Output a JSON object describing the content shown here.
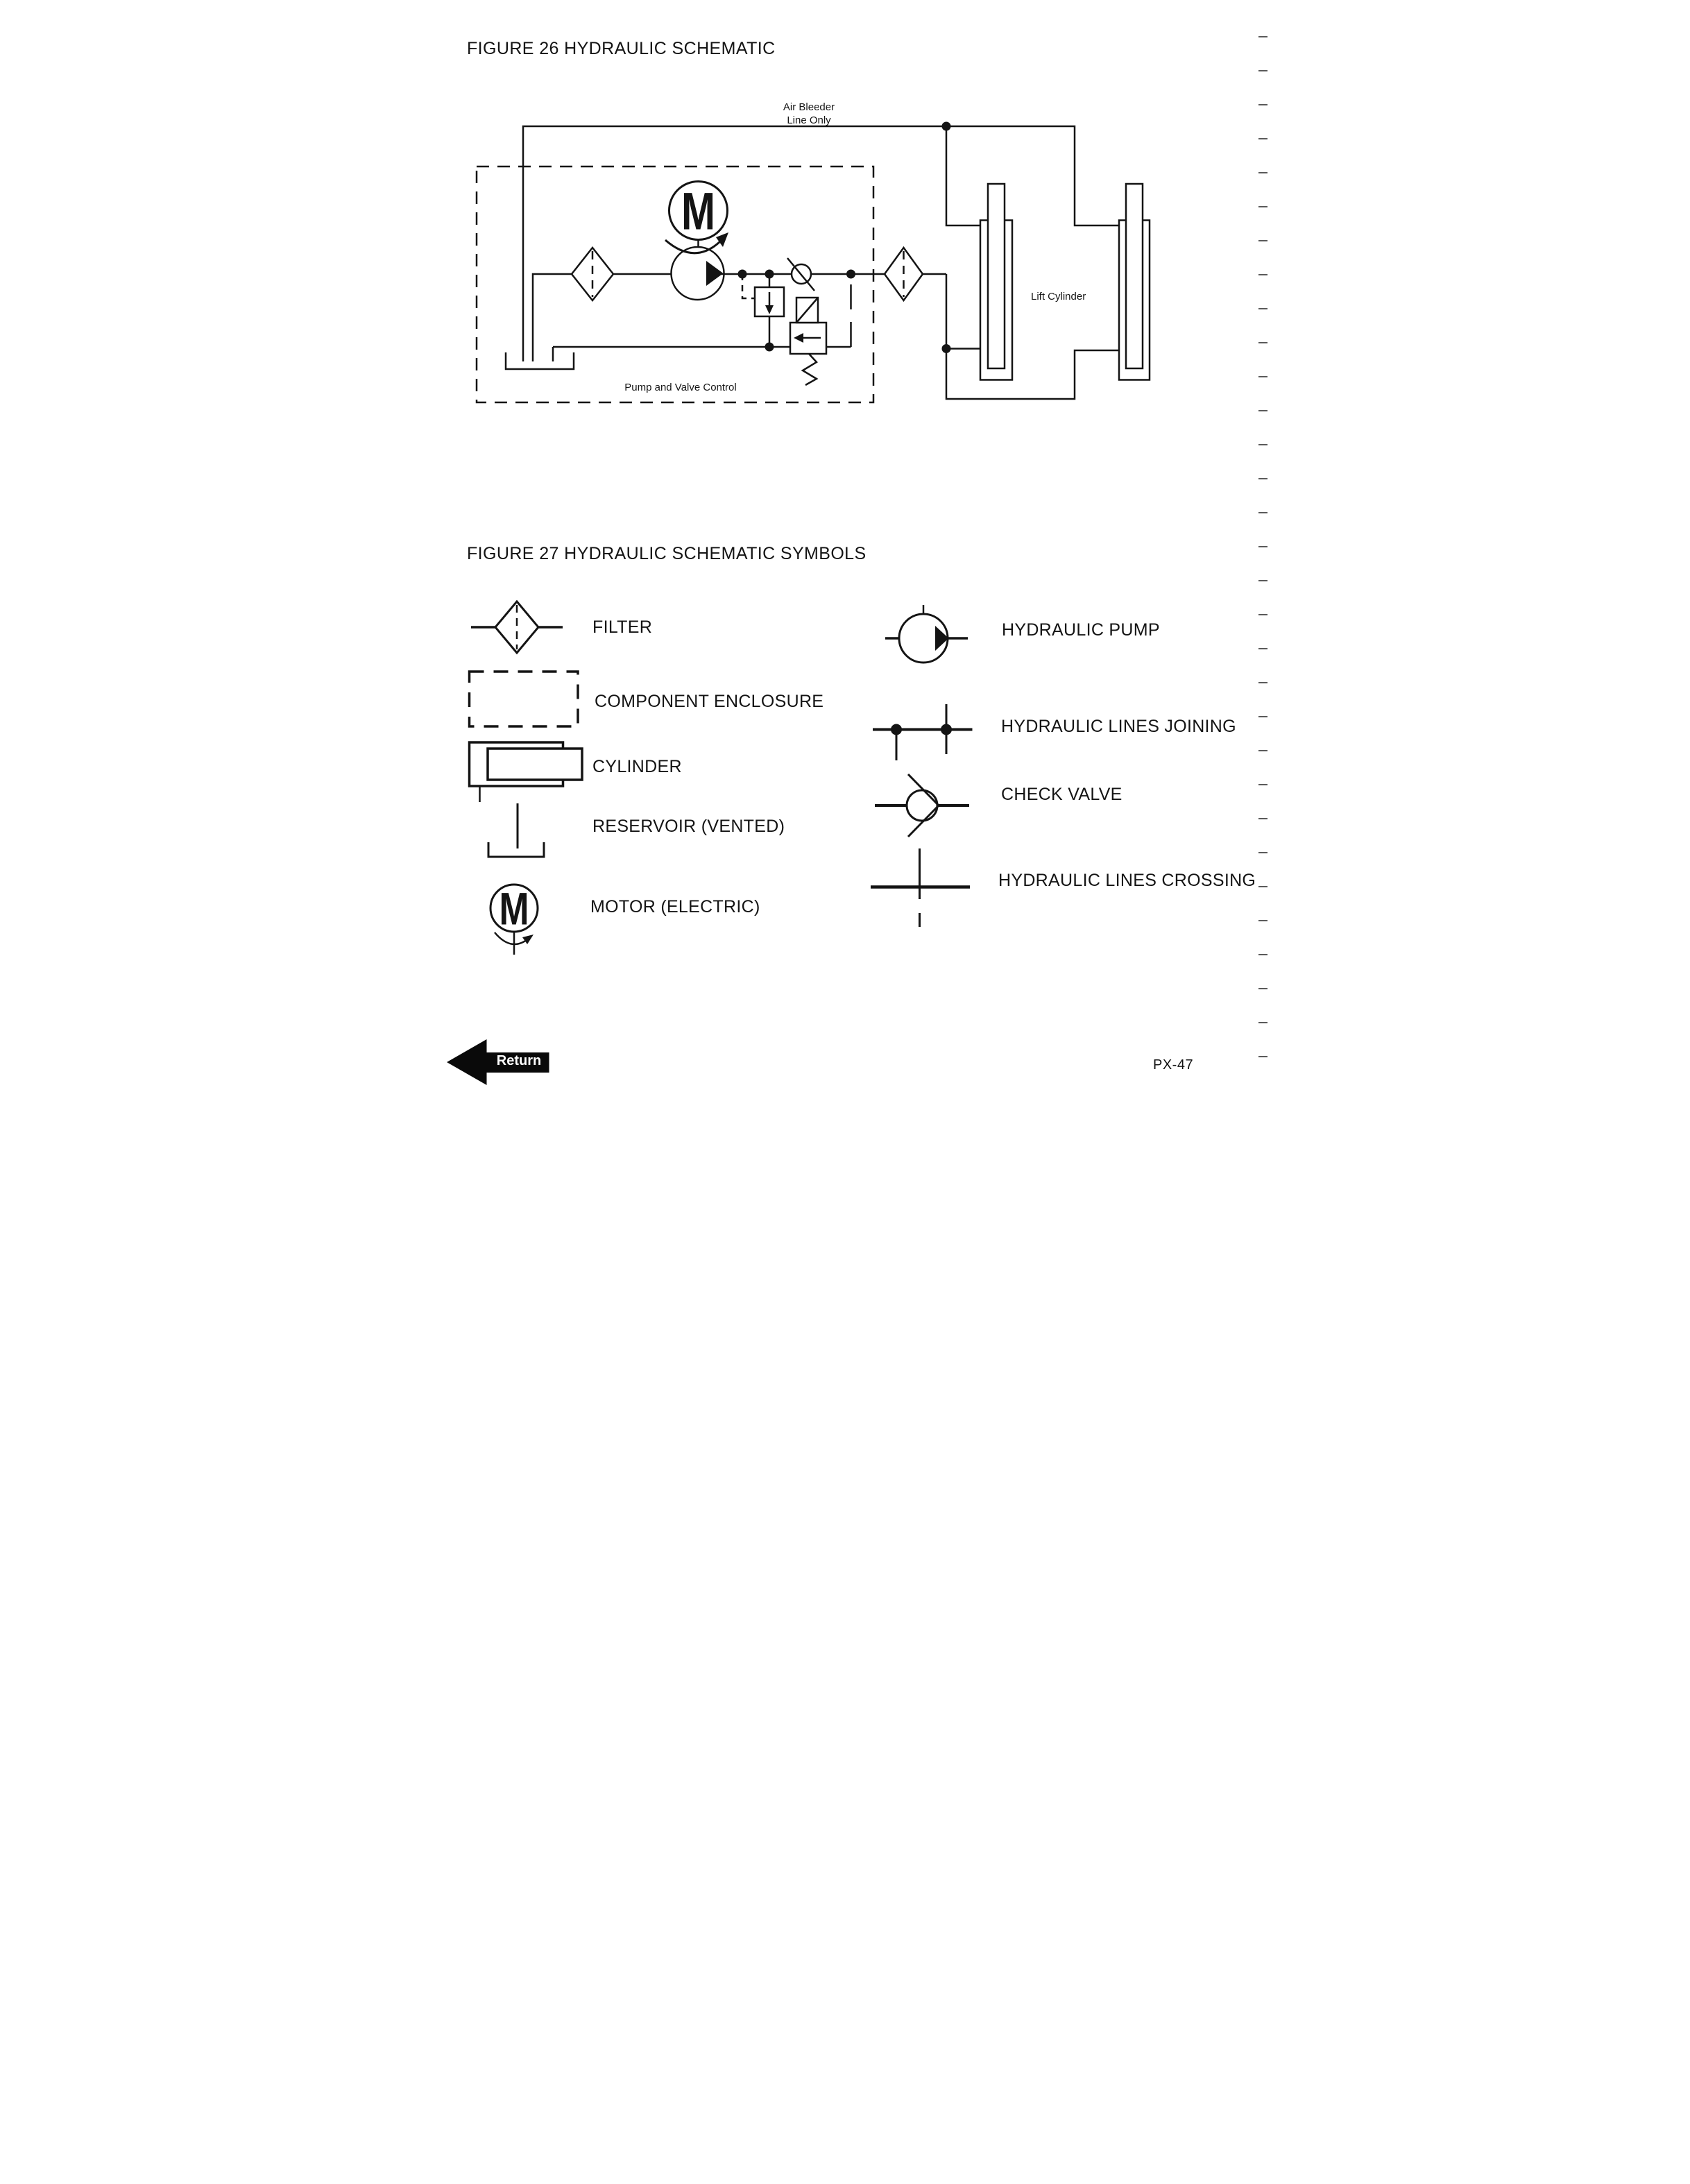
{
  "page": {
    "figure26_title": "FIGURE 26 HYDRAULIC SCHEMATIC",
    "figure27_title": "FIGURE 27 HYDRAULIC SCHEMATIC SYMBOLS",
    "page_number": "PX-47",
    "return_button": "Return"
  },
  "figure26": {
    "air_bleeder_line1": "Air Bleeder",
    "air_bleeder_line2": "Line Only",
    "lift_cylinder_label": "Lift Cylinder",
    "enclosure_label": "Pump and Valve Control",
    "motor_letter": "M"
  },
  "figure27": {
    "motor_letter": "M",
    "labels": {
      "filter": "FILTER",
      "component_enclosure": "COMPONENT ENCLOSURE",
      "cylinder": "CYLINDER",
      "reservoir": "RESERVOIR (VENTED)",
      "motor": "MOTOR (ELECTRIC)",
      "hydraulic_pump": "HYDRAULIC PUMP",
      "lines_joining": "HYDRAULIC LINES JOINING",
      "check_valve": "CHECK VALVE",
      "lines_crossing": "HYDRAULIC LINES CROSSING"
    }
  },
  "colors": {
    "ink": "#141414",
    "paper": "#ffffff",
    "edge_tick": "#5a5a5a"
  }
}
